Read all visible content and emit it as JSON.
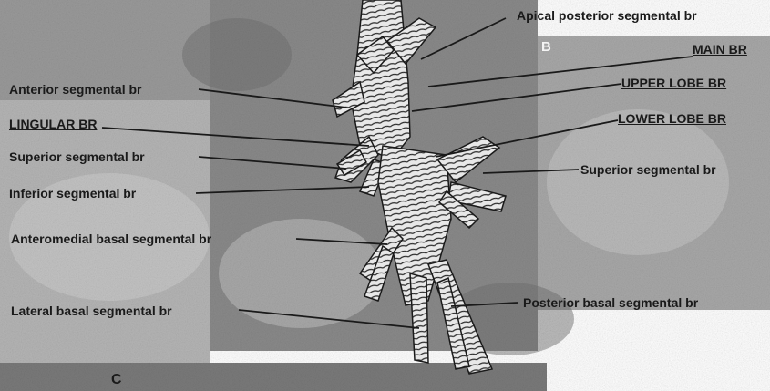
{
  "panel_letters": {
    "main": "C",
    "inset": "B"
  },
  "labels": {
    "apical_posterior": "Apical posterior segmental br",
    "main_br": "MAIN BR",
    "upper_lobe_br": "UPPER LOBE BR",
    "lower_lobe_br": "LOWER LOBE BR",
    "anterior_segmental": "Anterior segmental br",
    "lingular_br": "LINGULAR BR",
    "superior_segmental_left": "Superior segmental br",
    "inferior_segmental": "Inferior segmental br",
    "superior_segmental_right": "Superior segmental br",
    "anteromedial_basal": "Anteromedial basal segmental br",
    "lateral_basal": "Lateral basal segmental br",
    "posterior_basal": "Posterior basal segmental br"
  },
  "colors": {
    "photo_dark": "#5a5a5a",
    "photo_mid": "#8c8c8c",
    "photo_light": "#c8c8c8",
    "ink": "#1a1a1a"
  }
}
